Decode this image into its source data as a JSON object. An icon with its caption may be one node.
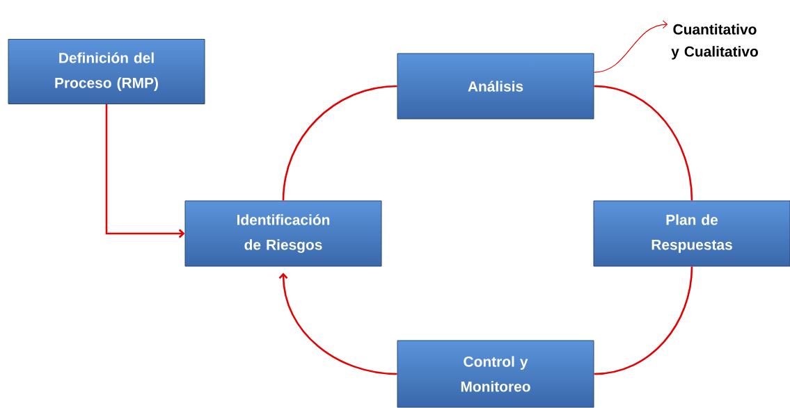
{
  "diagram": {
    "nodes": [
      {
        "text": [
          "Definición del Proceso (RMP)"
        ]
      },
      {
        "text": [
          "Identificación de Riesgos"
        ]
      },
      {
        "text": [
          "Análisis"
        ]
      },
      {
        "text": [
          "Plan de Respuestas"
        ]
      },
      {
        "text": [
          "Control y Monitoreo"
        ]
      },
      {
        "text": [
          "Cuantitativo y Cualitativo"
        ]
      }
    ],
    "edges": [
      {
        "from": 0,
        "to": 1,
        "arrow": "to"
      },
      {
        "from": 1,
        "to": 2,
        "arrow": "none"
      },
      {
        "from": 2,
        "to": 3,
        "arrow": "none"
      },
      {
        "from": 3,
        "to": 4,
        "arrow": "none"
      },
      {
        "from": 4,
        "to": 1,
        "arrow": "to"
      },
      {
        "from": 2,
        "to": 5,
        "arrow": "to"
      }
    ]
  }
}
